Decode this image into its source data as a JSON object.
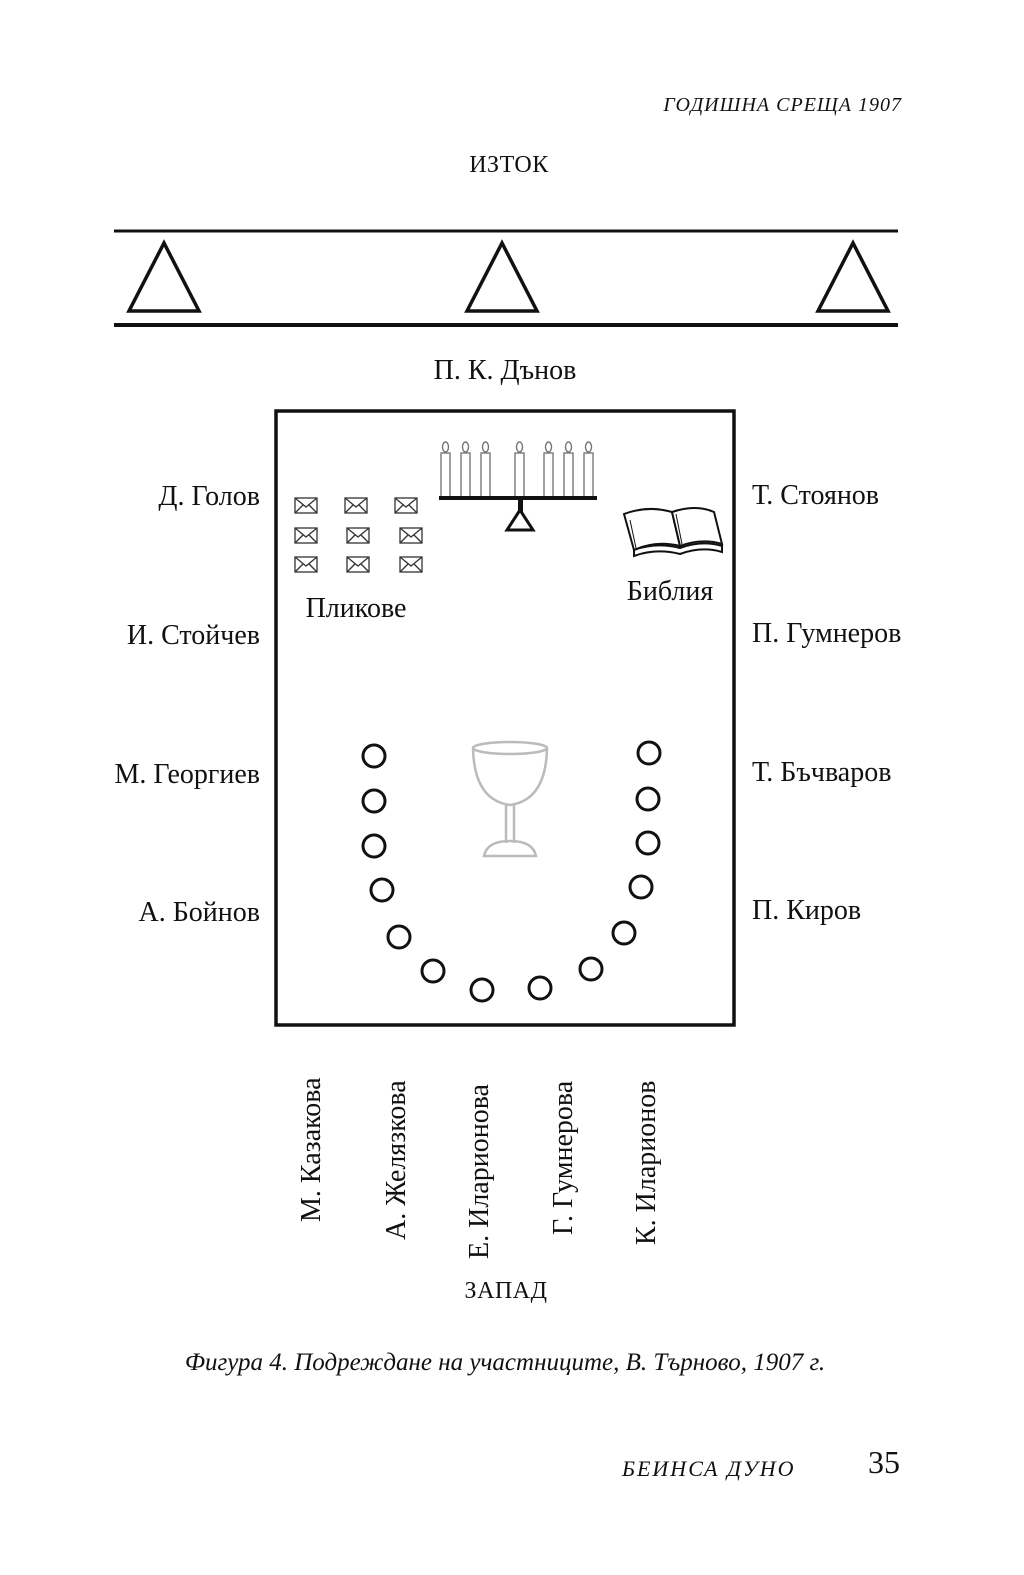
{
  "header": {
    "running_title": "ГОДИШНА СРЕЩА 1907"
  },
  "directions": {
    "east": "ИЗТОК",
    "west": "ЗАПАД"
  },
  "leader": "П. К. Дънов",
  "left_side": [
    "Д. Голов",
    "И. Стойчев",
    "М. Георгиев",
    "А. Бойнов"
  ],
  "right_side": [
    "Т. Стоянов",
    "П. Гумнеров",
    "Т. Бъчваров",
    "П. Киров"
  ],
  "bottom_side": [
    "М. Казакова",
    "А. Желязкова",
    "Е. Иларионова",
    "Г. Гумнерова",
    "К. Иларионов"
  ],
  "room": {
    "envelopes_label": "Пликове",
    "bible_label": "Библия"
  },
  "caption": "Фигура 4. Подреждане на участниците, В. Търново, 1907 г.",
  "footer": {
    "book_title": "БЕИНСА ДУНО",
    "page_number": "35"
  }
}
